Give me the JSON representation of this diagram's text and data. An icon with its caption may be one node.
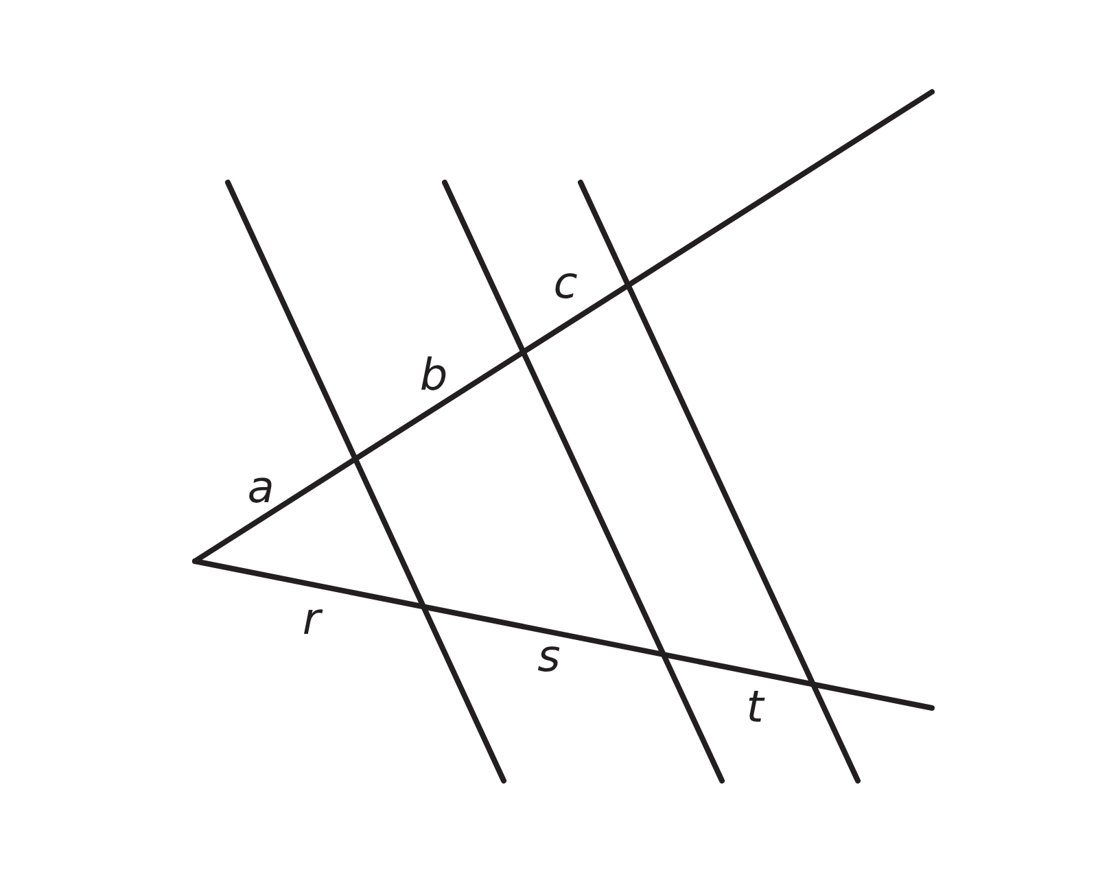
{
  "diagram": {
    "labels": [
      "c",
      "b",
      "a",
      "r",
      "s",
      "t"
    ]
  }
}
